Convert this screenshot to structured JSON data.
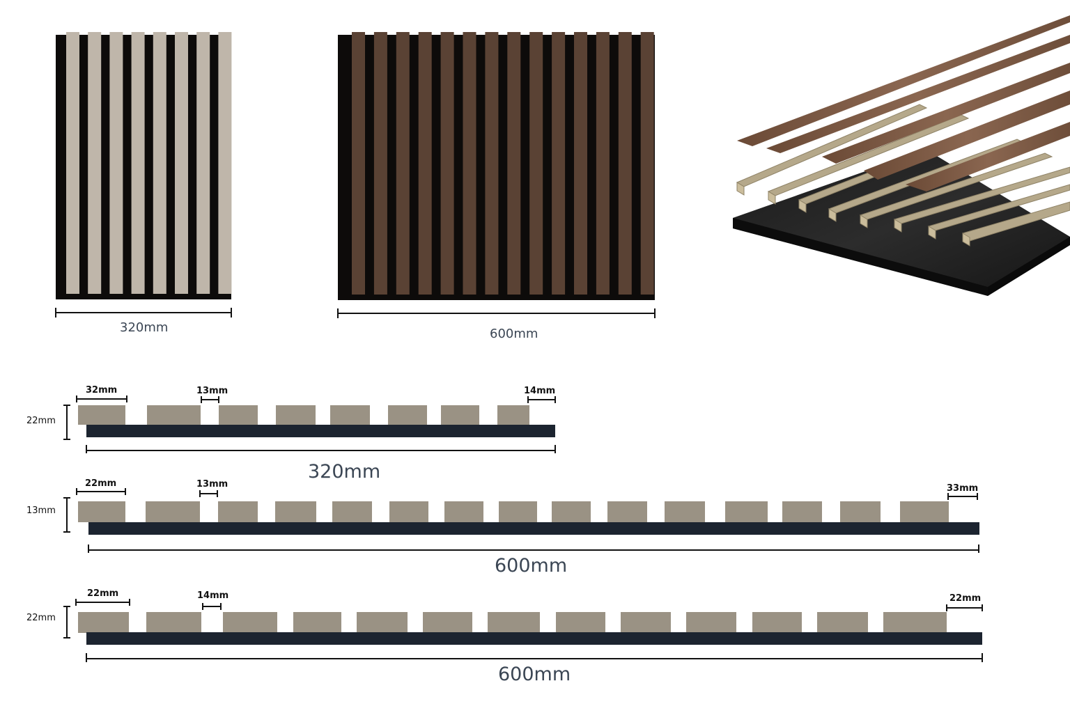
{
  "panels": {
    "narrow": {
      "width_label": "320mm",
      "slat_count": 8
    },
    "wide": {
      "width_label": "600mm",
      "slat_count": 14
    },
    "exploded": {
      "description_hidden": true
    }
  },
  "profiles": [
    {
      "height_label": "22mm",
      "slat_width_label": "32mm",
      "gap_label": "13mm",
      "edge_label": "14mm",
      "total_label": "320mm"
    },
    {
      "height_label": "13mm",
      "slat_width_label": "22mm",
      "gap_label": "13mm",
      "edge_label": "33mm",
      "total_label": "600mm"
    },
    {
      "height_label": "22mm",
      "slat_width_label": "22mm",
      "gap_label": "14mm",
      "edge_label": "22mm",
      "total_label": "600mm"
    }
  ],
  "colors": {
    "felt_backing": "#0d0b0a",
    "light_slat": "#bfb6aa",
    "walnut_slat": "#5a4234",
    "profile_slat": "#9a9284",
    "profile_base": "#1c2430",
    "dim_line": "#111111",
    "label_text": "#3b4654"
  }
}
